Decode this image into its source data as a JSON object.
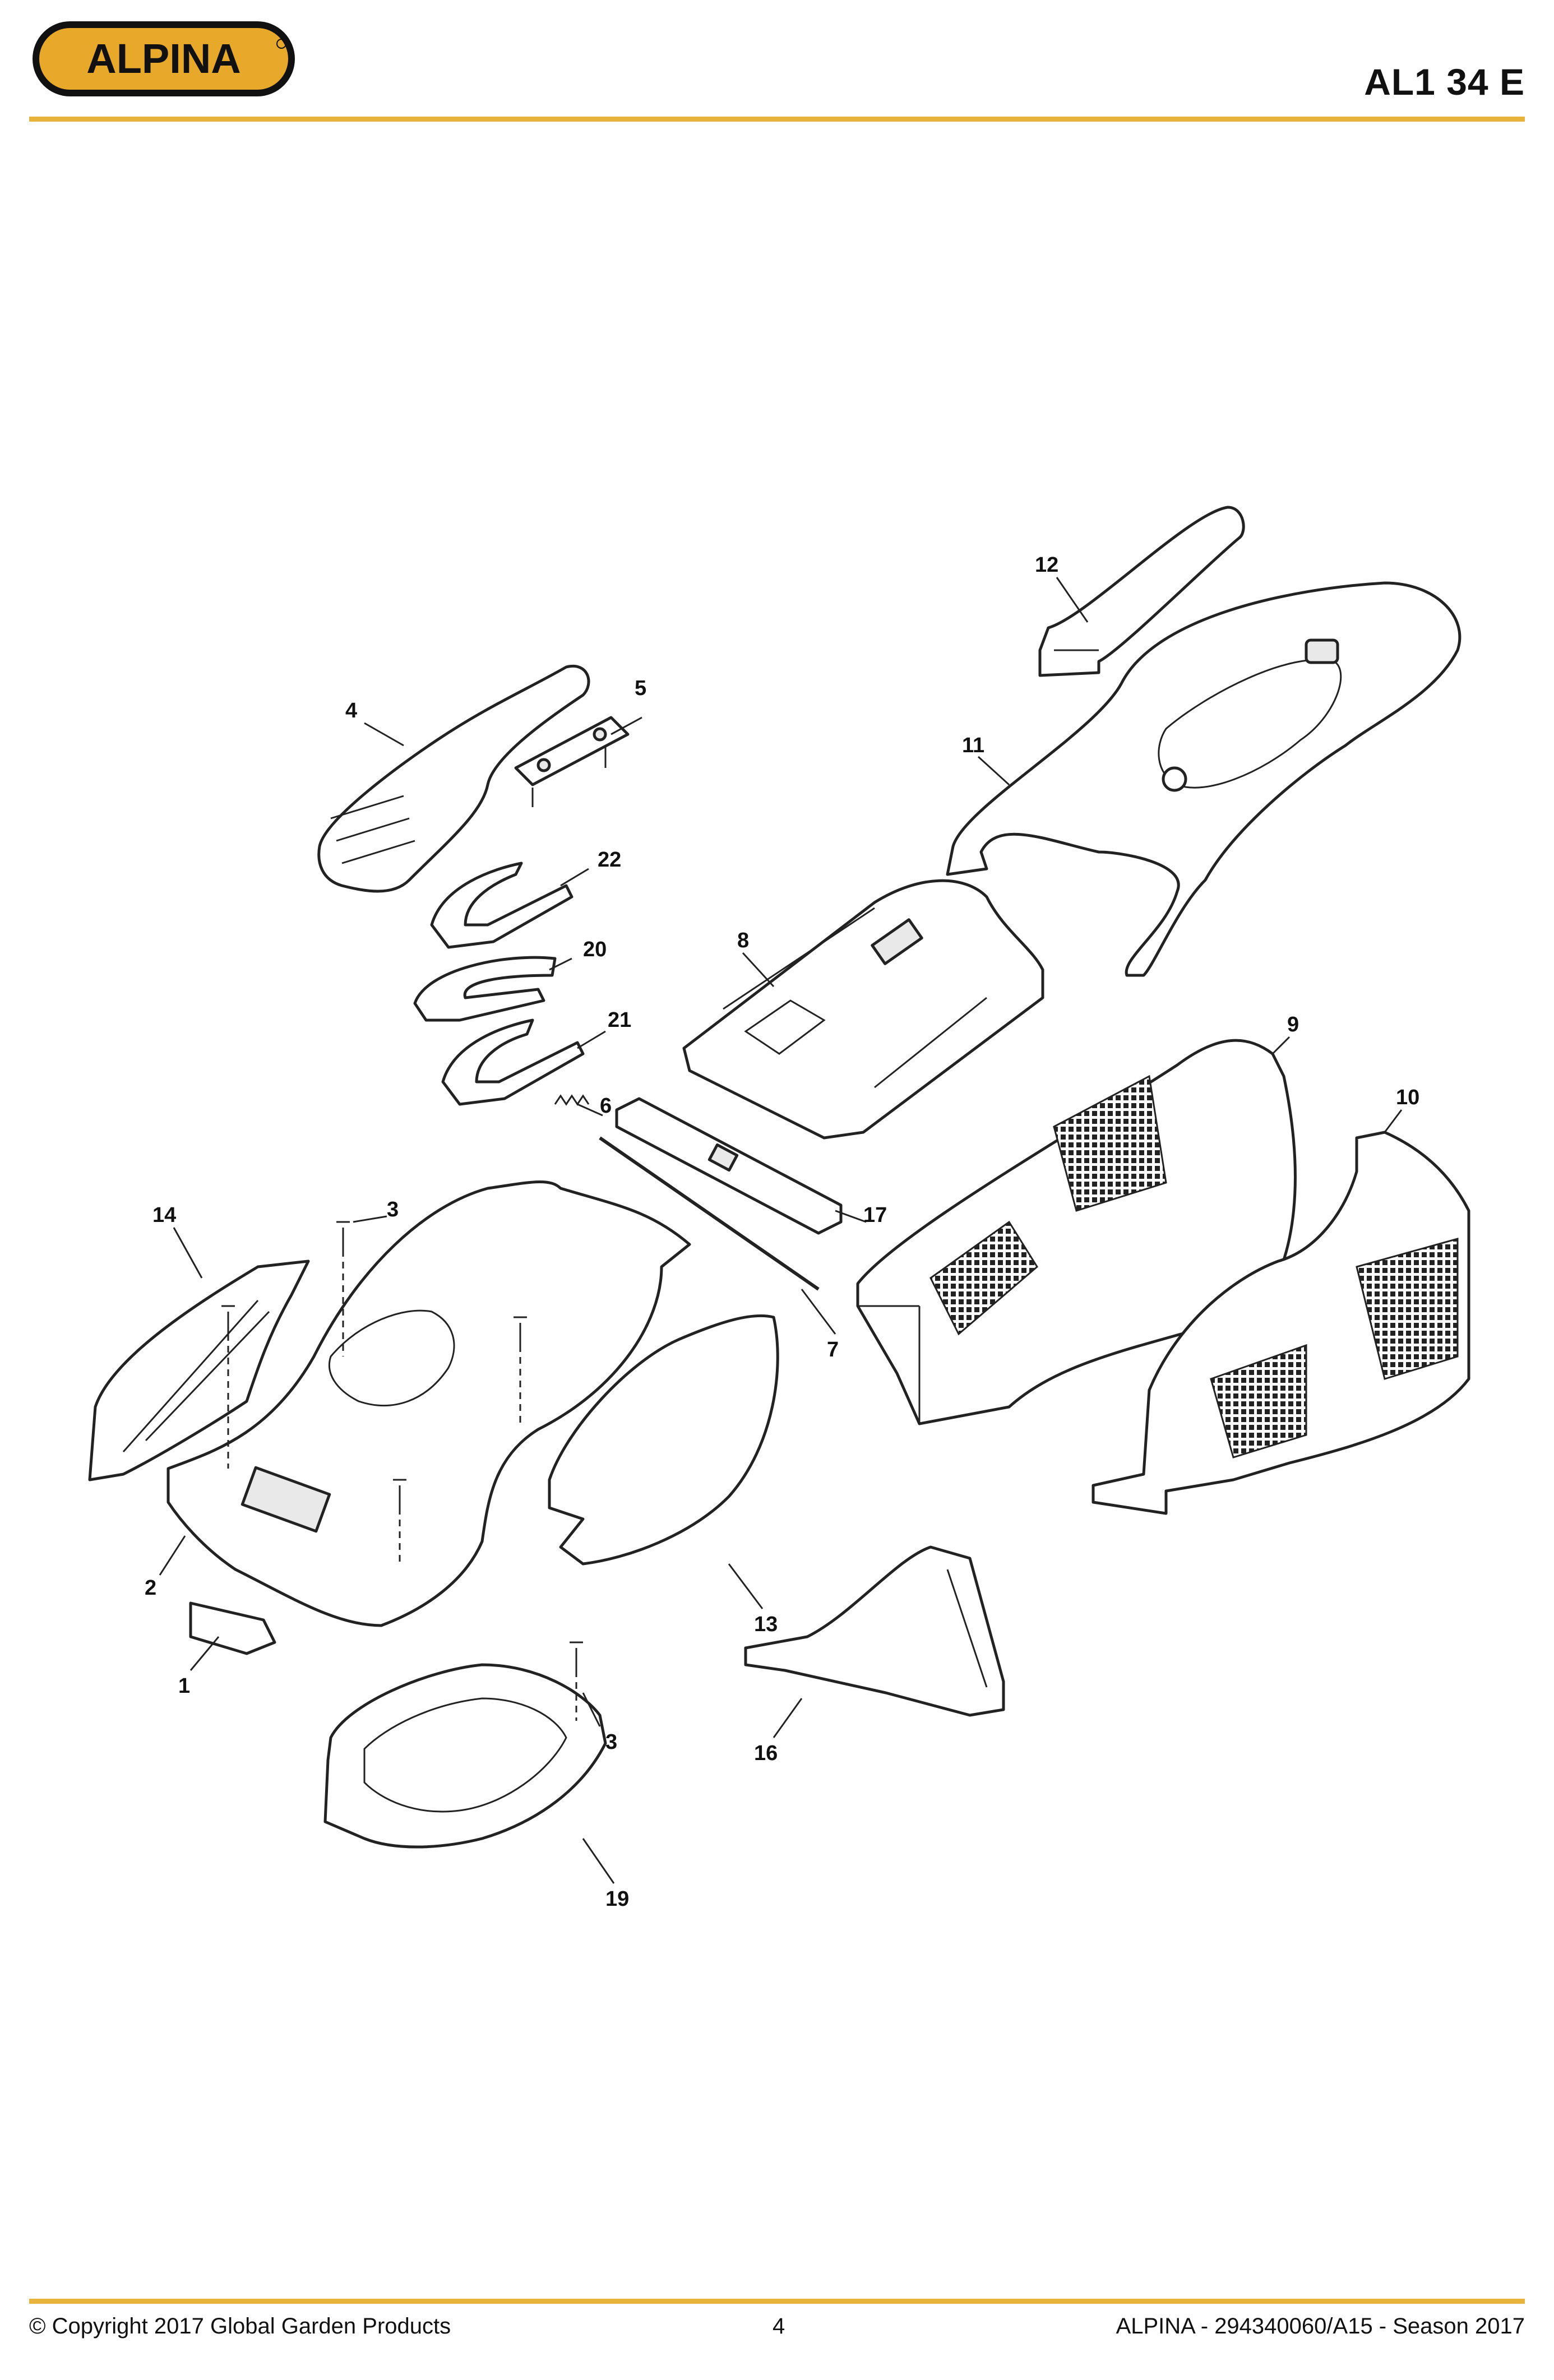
{
  "header": {
    "brand": "ALPINA",
    "model": "AL1 34 E"
  },
  "diagram": {
    "callouts": {
      "c1": "1",
      "c2": "2",
      "c3a": "3",
      "c3b": "3",
      "c4": "4",
      "c5": "5",
      "c6": "6",
      "c7": "7",
      "c8": "8",
      "c9": "9",
      "c10": "10",
      "c11": "11",
      "c12": "12",
      "c13": "13",
      "c14": "14",
      "c16": "16",
      "c17": "17",
      "c19": "19",
      "c20": "20",
      "c21": "21",
      "c22": "22"
    }
  },
  "footer": {
    "copyright": "© Copyright 2017 Global Garden Products",
    "page_number": "4",
    "document_ref": "ALPINA - 294340060/A15 - Season 2017"
  },
  "colors": {
    "accent_rule": "#e8b33a",
    "logo_fill": "#e8a92a",
    "logo_outline": "#111111"
  }
}
